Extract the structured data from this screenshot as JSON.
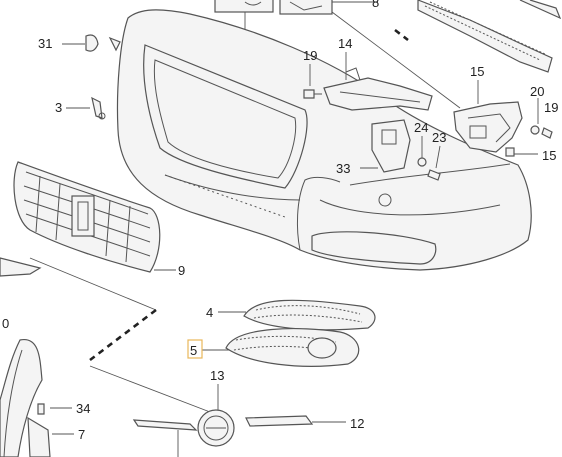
{
  "callouts": {
    "c8": "8",
    "c31": "31",
    "c3": "3",
    "c19a": "19",
    "c14": "14",
    "c15a": "15",
    "c20": "20",
    "c19b": "19",
    "c24": "24",
    "c23": "23",
    "c33": "33",
    "c15b": "15",
    "c9": "9",
    "c10": "0",
    "c4": "4",
    "c5": "5",
    "c13": "13",
    "c34": "34",
    "c7": "7",
    "c12": "12"
  },
  "highlight": {
    "color": "#e8b75a",
    "target": "5"
  },
  "colors": {
    "line": "#555555",
    "fill": "#f4f4f4",
    "dash": "#222222"
  }
}
